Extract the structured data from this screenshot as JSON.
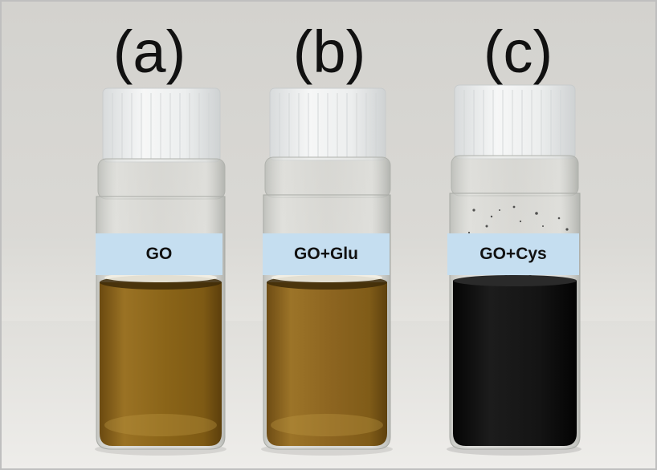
{
  "panels": [
    {
      "letter": "(a)",
      "label": "GO"
    },
    {
      "letter": "(b)",
      "label": "GO+Glu"
    },
    {
      "letter": "(c)",
      "label": "GO+Cys"
    }
  ],
  "colors": {
    "background_wall": "#d7d6d2",
    "table_surface": "#e4e3df",
    "label_fill": "#c5def0",
    "go_solution": "#8a6418",
    "go_glu_solution": "#8c6420",
    "go_cys_solution": "#141414",
    "cap": "#eef0f0"
  }
}
